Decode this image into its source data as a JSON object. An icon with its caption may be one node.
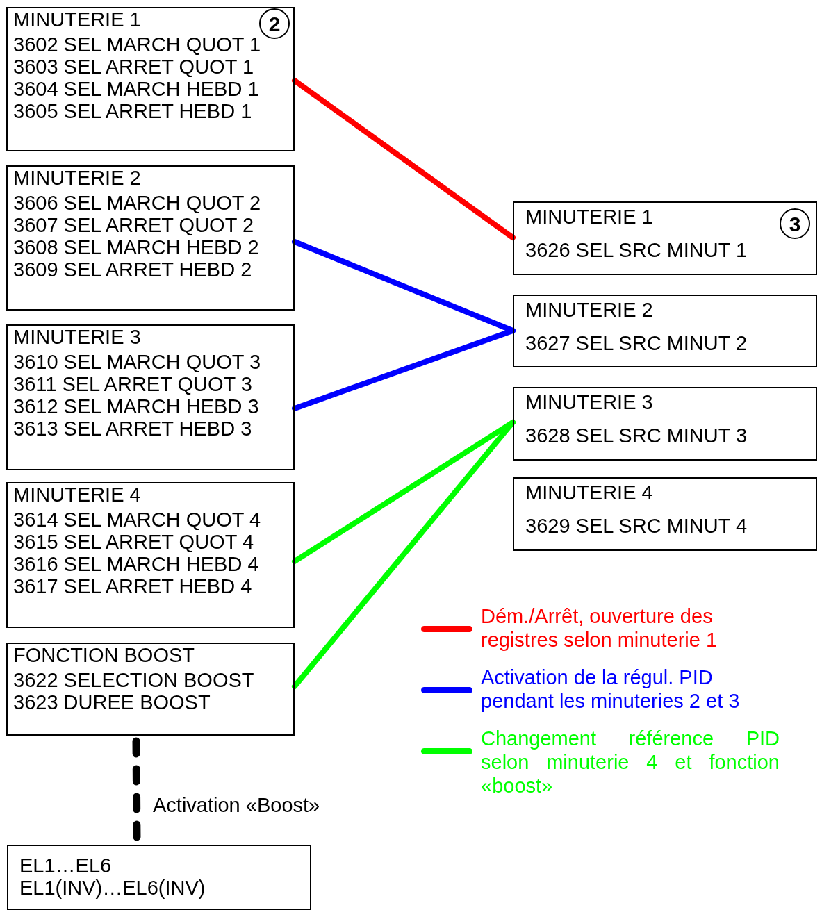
{
  "diagram": {
    "nodes": [
      {
        "text": [
          "MINUTERIE 1",
          "3602 SEL MARCH QUOT 1",
          "3603 SEL ARRET QUOT 1",
          "3604 SEL MARCH HEBD 1",
          "3605 SEL ARRET HEBD 1"
        ]
      },
      {
        "text": [
          "MINUTERIE 2",
          "3606 SEL MARCH QUOT 2",
          "3607 SEL ARRET QUOT 2",
          "3608 SEL MARCH HEBD 2",
          "3609 SEL ARRET HEBD 2"
        ]
      },
      {
        "text": [
          "MINUTERIE 3",
          "3610 SEL MARCH QUOT 3",
          "3611 SEL ARRET QUOT 3",
          "3612 SEL MARCH HEBD 3",
          "3613 SEL ARRET HEBD 3"
        ]
      },
      {
        "text": [
          "MINUTERIE 4",
          "3614 SEL MARCH QUOT 4",
          "3615 SEL ARRET QUOT 4",
          "3616 SEL MARCH HEBD 4",
          "3617 SEL ARRET HEBD 4"
        ]
      },
      {
        "text": [
          "FONCTION BOOST",
          "3622 SELECTION BOOST",
          "3623 DUREE BOOST"
        ]
      },
      {
        "text": [
          "EL1…EL6",
          "EL1(INV)…EL6(INV)"
        ]
      },
      {
        "text": [
          "MINUTERIE 1",
          "3626 SEL SRC MINUT 1"
        ]
      },
      {
        "text": [
          "MINUTERIE 2",
          "3627 SEL SRC MINUT 2"
        ]
      },
      {
        "text": [
          "MINUTERIE 3",
          "3628 SEL SRC MINUT 3"
        ]
      },
      {
        "text": [
          "MINUTERIE 4",
          "3629 SEL SRC MINUT 4"
        ]
      }
    ],
    "edges": [
      {
        "from": 0,
        "to": 6,
        "arrow": "none",
        "color": "#ff0000"
      },
      {
        "from": 1,
        "to": 7,
        "arrow": "none",
        "color": "#0000ff"
      },
      {
        "from": 2,
        "to": 7,
        "arrow": "none",
        "color": "#0000ff"
      },
      {
        "from": 3,
        "to": 8,
        "arrow": "none",
        "color": "#00ff00"
      },
      {
        "from": 4,
        "to": 8,
        "arrow": "none",
        "color": "#00ff00"
      },
      {
        "from": 4,
        "to": 5,
        "arrow": "none",
        "style": "dashed",
        "color": "#000000",
        "label": "Activation «Boost»"
      }
    ],
    "labels": [
      "2",
      "3"
    ],
    "legend": [
      {
        "text": "Dém./Arrêt, ouverture des registres selon minuterie 1",
        "color": "#ff0000"
      },
      {
        "text": "Activation de la régul. PID pendant les minuteries 2 et 3",
        "color": "#0000ff"
      },
      {
        "text": "Changement référence PID selon minuterie 4 et fonction «boost»",
        "color": "#00ff00"
      }
    ]
  }
}
